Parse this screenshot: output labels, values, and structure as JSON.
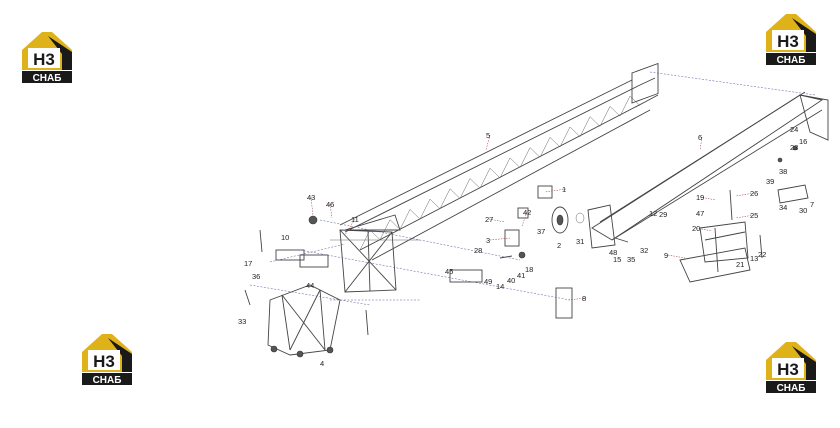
{
  "logos": [
    {
      "id": "top-left",
      "top_text": "H3",
      "bottom_text": "СНАБ"
    },
    {
      "id": "top-right",
      "top_text": "H3",
      "bottom_text": "СНАБ"
    },
    {
      "id": "bottom-left",
      "top_text": "H3",
      "bottom_text": "СНАБ"
    },
    {
      "id": "bottom-right",
      "top_text": "H3",
      "bottom_text": "СНАБ"
    }
  ],
  "colors": {
    "logo_yellow": "#e0b21a",
    "logo_dark": "#1a1a1a",
    "line": "#444444",
    "leader": "#9a3030",
    "dash": "#5a5a9a"
  },
  "callouts": [
    "1",
    "2",
    "3",
    "4",
    "5",
    "6",
    "7",
    "8",
    "9",
    "10",
    "11",
    "12",
    "13",
    "14",
    "15",
    "16",
    "17",
    "18",
    "19",
    "20",
    "21",
    "22",
    "23",
    "24",
    "25",
    "26",
    "27",
    "28",
    "29",
    "30",
    "31",
    "32",
    "33",
    "34",
    "35",
    "36",
    "37",
    "38",
    "39",
    "40",
    "41",
    "42",
    "43",
    "44",
    "45",
    "46",
    "47",
    "48",
    "49"
  ]
}
